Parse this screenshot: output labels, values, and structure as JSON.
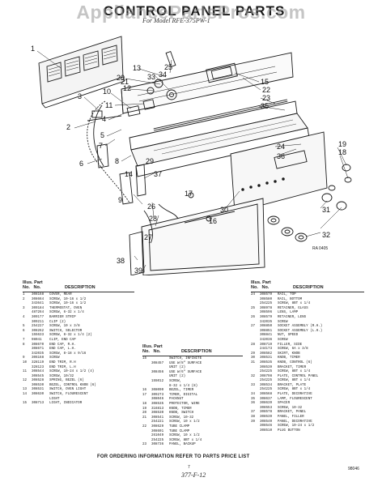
{
  "watermark": "AppliancePartsPros.com",
  "title": "CONTROL PANEL PARTS",
  "model_line": "For Model RFE-375PW-1",
  "diagram_code": "RA 0405",
  "callouts": [
    "1",
    "2",
    "3",
    "4",
    "5",
    "6",
    "7",
    "8",
    "9",
    "10",
    "11",
    "12",
    "13",
    "14",
    "15",
    "16",
    "17",
    "18",
    "19",
    "20",
    "21",
    "22",
    "23",
    "24",
    "25",
    "26",
    "27",
    "28",
    "29",
    "30",
    "31",
    "32",
    "33",
    "34",
    "35",
    "36",
    "37",
    "38",
    "39"
  ],
  "headers": {
    "illus": "Illus.",
    "no": "No.",
    "part": "Part",
    "desc": "DESCRIPTION"
  },
  "table_left": [
    [
      "1",
      "308168",
      "COVER, REAR"
    ],
    [
      "2",
      "308664",
      "SCREW, 10-16 x 1/2"
    ],
    [
      "",
      "343641",
      "SCREW, 10-16 x 1/2"
    ],
    [
      "3",
      "309184",
      "THERMOSTAT, OVEN"
    ],
    [
      "",
      "487264",
      "SCREW, 6-32 x 1/4"
    ],
    [
      "4",
      "309177",
      "BARRIER STRIP"
    ],
    [
      "",
      "309211",
      "CLIP (2)"
    ],
    [
      "5",
      "254227",
      "SCREW, 10 x 3/8"
    ],
    [
      "6",
      "308262",
      "SWITCH, SELECTOR"
    ],
    [
      "",
      "155633",
      "SCREW, 8-32 x 1/4 (2)"
    ],
    [
      "7",
      "98041",
      "CLIP, END CAP"
    ],
    [
      "8",
      "308670",
      "END CAP, R.H."
    ],
    [
      "",
      "308671",
      "END CAP, L.H."
    ],
    [
      "",
      "342035",
      "SCREW, 8-18 x 9/16"
    ],
    [
      "9",
      "306168",
      "SCREW"
    ],
    [
      "10",
      "328119",
      "END TRIM, R.H"
    ],
    [
      "",
      "328123",
      "END TRIM, L.H"
    ],
    [
      "11",
      "308544",
      "SCREW, 10-24 x 1/2 (4)"
    ],
    [
      "",
      "308545",
      "SCREW, 10/32"
    ],
    [
      "12",
      "308528",
      "SPRING, BEZEL (6)"
    ],
    [
      "",
      "308530",
      "BEZEL, CONTROL KNOB (6)"
    ],
    [
      "13",
      "308531",
      "SWITCH, OVEN LIGHT"
    ],
    [
      "14",
      "308630",
      "SWITCH, FLOURESCENT"
    ],
    [
      "",
      "",
      "LIGHT"
    ],
    [
      "15",
      "308713",
      "LIGHT, INDICATOR"
    ]
  ],
  "table_mid": [
    [
      "15",
      "",
      "SWITCH, INFINITE"
    ],
    [
      "",
      "308457",
      "USE W/8\" SURFACE"
    ],
    [
      "",
      "",
      "UNIT (2)"
    ],
    [
      "",
      "308456",
      "USE W/6\" SURFACE"
    ],
    [
      "",
      "",
      "UNIT (2)"
    ],
    [
      "",
      "155012",
      "SCREW,"
    ],
    [
      "",
      "",
      "8-32 x 1/4 (8)"
    ],
    [
      "16",
      "308090",
      "BEZEL, TIMER"
    ],
    [
      "17",
      "309273",
      "TIMER, DIGITAL"
    ],
    [
      "",
      "308046",
      "PACKNUT"
    ],
    [
      "18",
      "308535",
      "PROTECTOR, WIRE"
    ],
    [
      "19",
      "316813",
      "KNOB, TIMER"
    ],
    [
      "20",
      "308530",
      "KNOB, SWITCH"
    ],
    [
      "21",
      "308541",
      "SCREW, 10-32"
    ],
    [
      "",
      "254221",
      "SCREW, 10 x 1/2"
    ],
    [
      "22",
      "308629",
      "TUBE CLAMP"
    ],
    [
      "",
      "308601",
      "TUBE CLAMP"
    ],
    [
      "",
      "261049",
      "SCREW, 10 x 1/2"
    ],
    [
      "",
      "254225",
      "SCREW, 8BT x 1/4"
    ],
    [
      "23",
      "308736",
      "PANEL, BACKUP"
    ]
  ],
  "table_right": [
    [
      "24",
      "308579",
      "RAIL, TOP"
    ],
    [
      "",
      "308580",
      "RAIL, BOTTOM"
    ],
    [
      "",
      "254225",
      "SCREW, 8BT x 1/4"
    ],
    [
      "25",
      "308978",
      "RETAINER, GLASS"
    ],
    [
      "",
      "308596",
      "LENS, LAMP"
    ],
    [
      "26",
      "308579",
      "RETAINER, LENS"
    ],
    [
      "",
      "342035",
      "SCREW"
    ],
    [
      "27",
      "308850",
      "SOCKET ASSEMBLY (R.H.)"
    ],
    [
      "",
      "308851",
      "SOCKET ASSEMBLY (L.H.)"
    ],
    [
      "",
      "308841",
      "NUT, SPEED"
    ],
    [
      "",
      "342036",
      "SCREW"
    ],
    [
      "28",
      "308719",
      "FILLER, SIDE"
    ],
    [
      "",
      "244173",
      "SCREW, 6A x 3/8"
    ],
    [
      "29",
      "308582",
      "SKIRT, KNOB"
    ],
    [
      "30",
      "308531",
      "KNOB, TIMER"
    ],
    [
      "31",
      "308535",
      "KNOB, CONTROL (6)"
    ],
    [
      "",
      "308539",
      "BRACKET, TIMER"
    ],
    [
      "",
      "254225",
      "SCREW, 8BT x 1/4"
    ],
    [
      "32",
      "308798",
      "PLATE, CONTROL PANEL"
    ],
    [
      "",
      "254225",
      "SCREW, 8BT x 1/4"
    ],
    [
      "33",
      "308534",
      "BRACKET, PLATE"
    ],
    [
      "",
      "254225",
      "SCREW, 8BT x 1/4"
    ],
    [
      "34",
      "308568",
      "PLATE, DECORATIVE"
    ],
    [
      "35",
      "308637",
      "LAMP, FLOURESCENT"
    ],
    [
      "36",
      "308639",
      "SPACER"
    ],
    [
      "",
      "308553",
      "SCREW, 10-32"
    ],
    [
      "37",
      "308578",
      "BRACKET, PANEL"
    ],
    [
      "38",
      "308539",
      "PANEL, FILLER"
    ],
    [
      "39",
      "308540",
      "PANEL, DECORATIVE"
    ],
    [
      "",
      "308546",
      "SCREW, 10-24 x 1/2"
    ],
    [
      "",
      "308510",
      "PLUG BUTTON"
    ]
  ],
  "footer": "FOR ORDERING INFORMATION REFER TO PARTS PRICE LIST",
  "page_num": "7",
  "handwritten": "377-F-12",
  "doc_code": "98046"
}
